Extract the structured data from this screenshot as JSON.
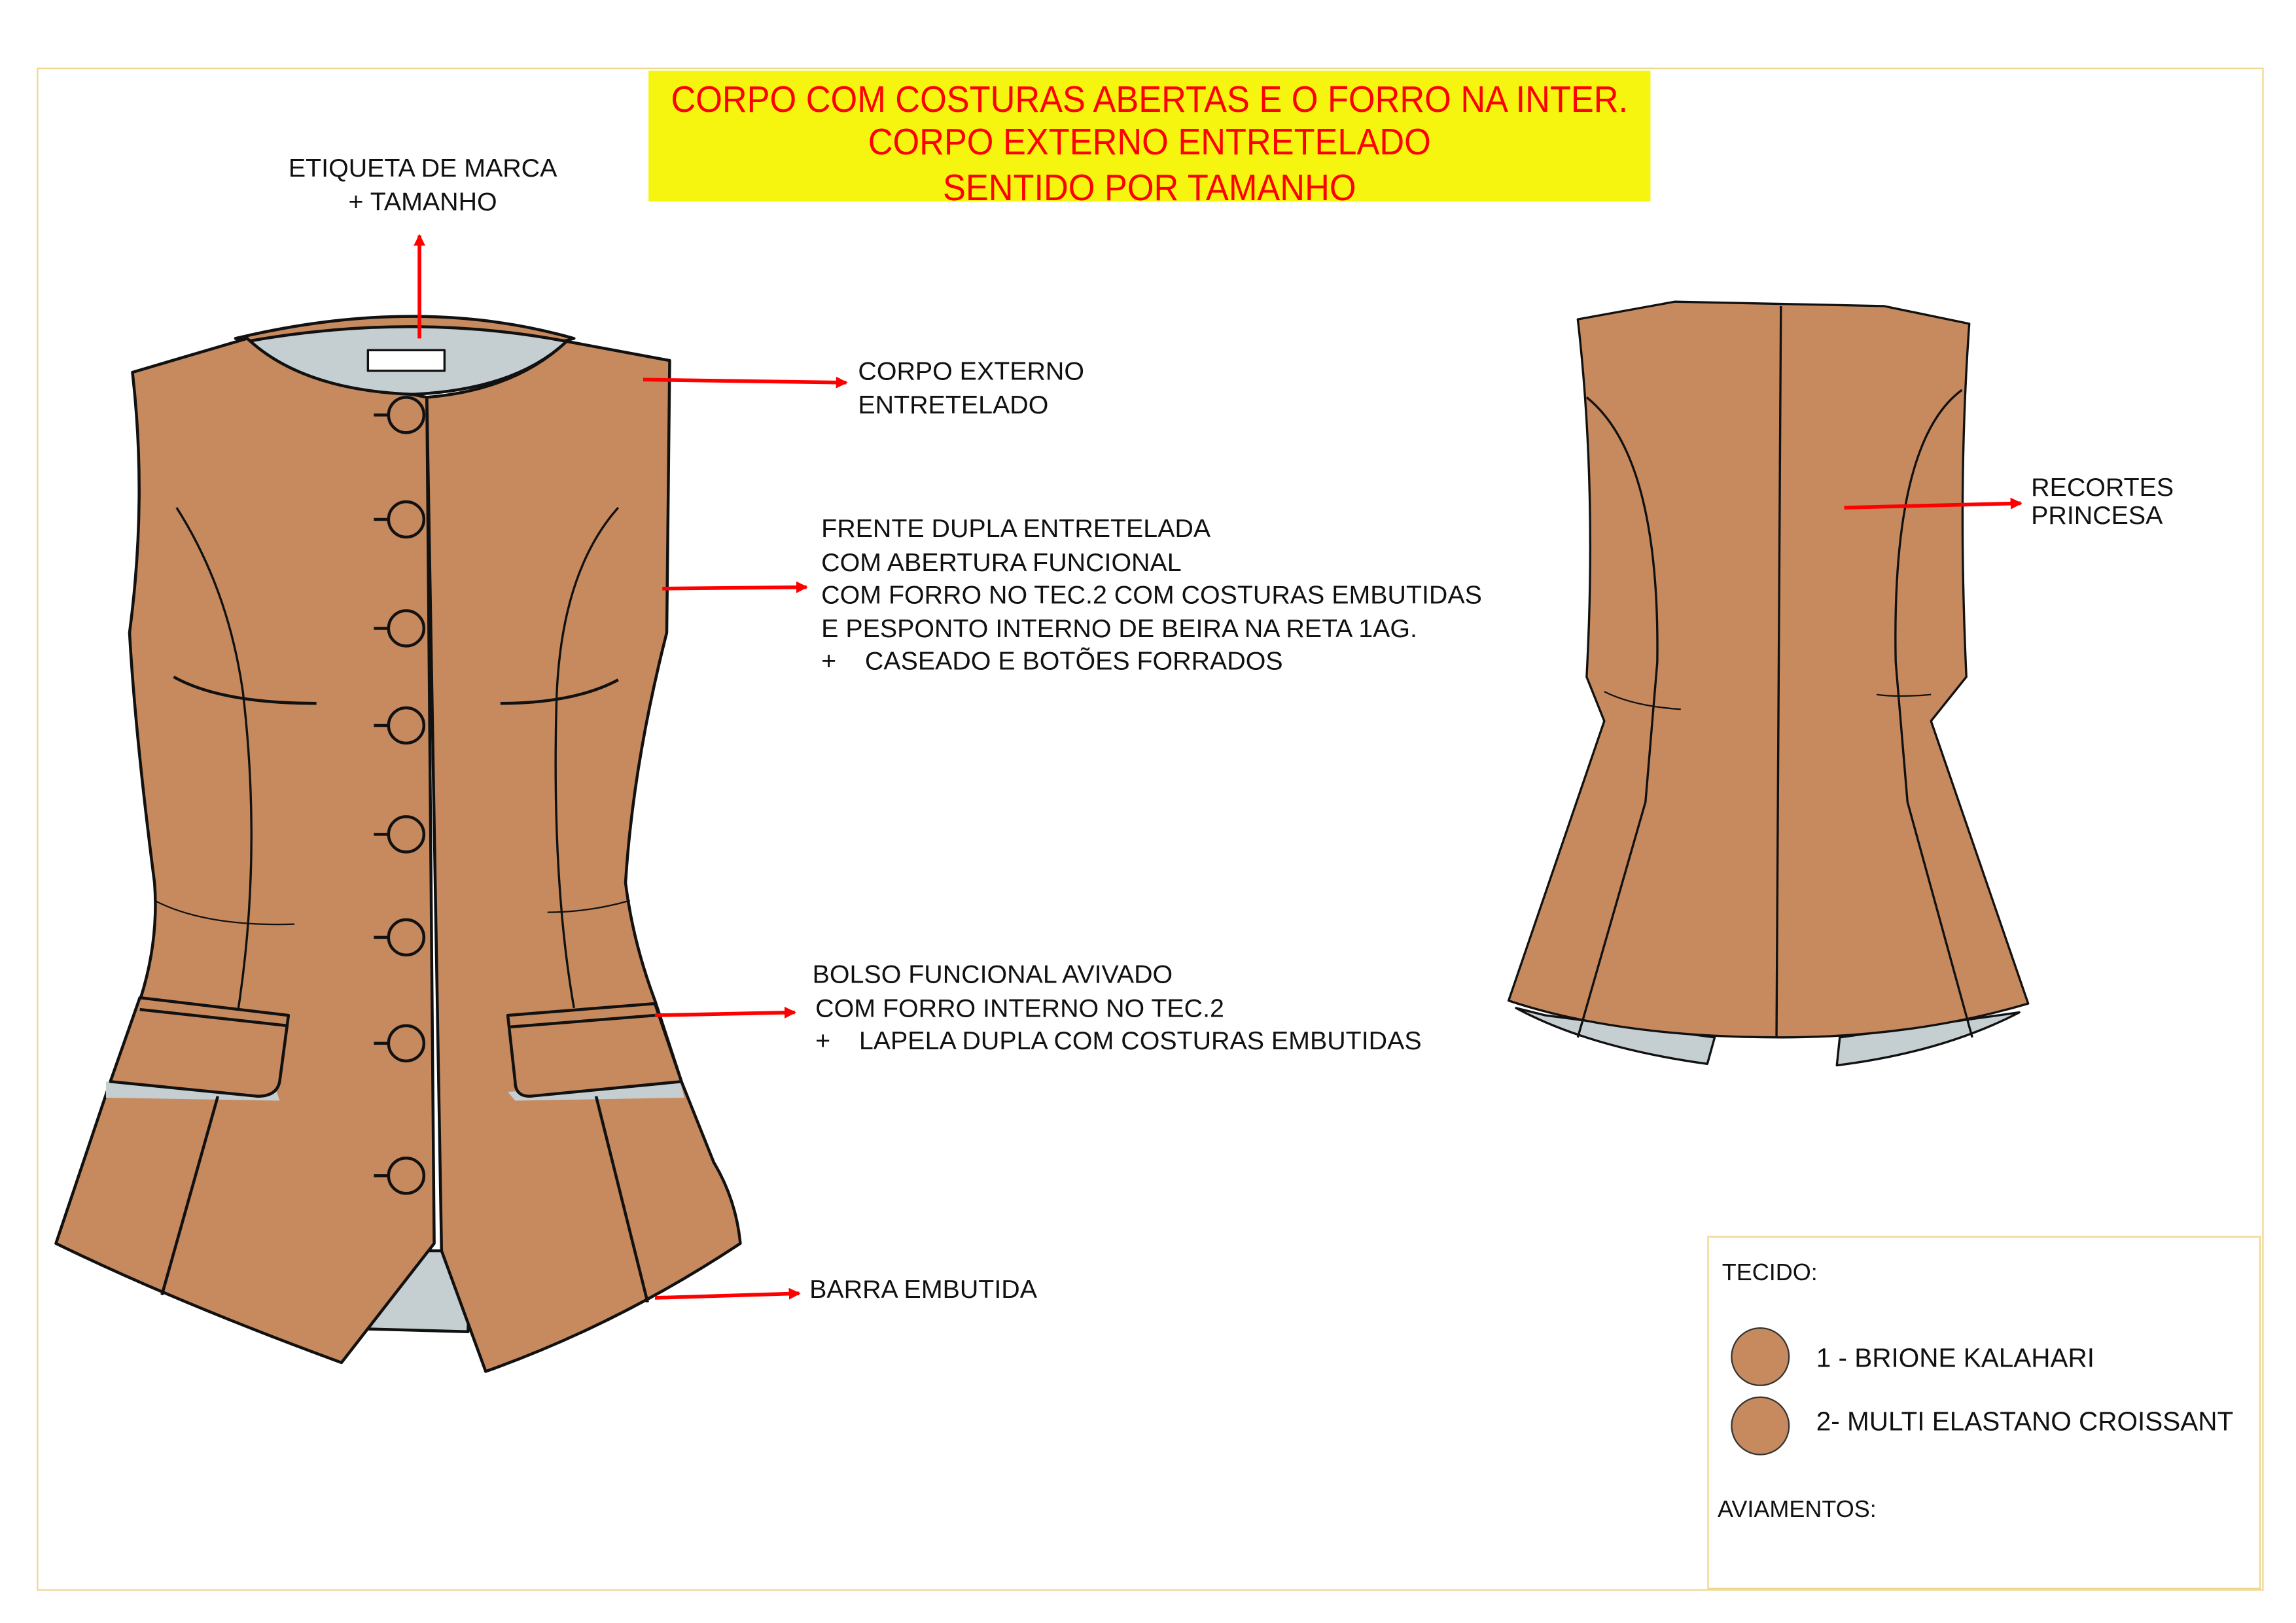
{
  "header": {
    "lines": [
      "CORPO COM COSTURAS ABERTAS E O FORRO NA INTER.",
      "CORPO EXTERNO ENTRETELADO",
      "SENTIDO POR TAMANHO"
    ]
  },
  "annotations": {
    "label": [
      "ETIQUETA DE MARCA",
      "+ TAMANHO"
    ],
    "body": [
      "CORPO EXTERNO",
      "ENTRETELADO"
    ],
    "front": [
      "FRENTE DUPLA ENTRETELADA",
      "COM ABERTURA FUNCIONAL",
      "COM FORRO NO TEC.2 COM COSTURAS EMBUTIDAS",
      "E PESPONTO INTERNO DE BEIRA NA RETA 1AG.",
      "+    CASEADO E BOTÕES FORRADOS"
    ],
    "pocket": [
      "BOLSO FUNCIONAL AVIVADO",
      "COM FORRO INTERNO NO TEC.2",
      "+    LAPELA DUPLA COM COSTURAS EMBUTIDAS"
    ],
    "hem": "BARRA EMBUTIDA",
    "princess": [
      "RECORTES",
      "PRINCESA"
    ]
  },
  "legend": {
    "fabric_title": "TECIDO:",
    "fabrics": [
      {
        "label": "1 - BRIONE KALAHARI",
        "color": "#c68a5e"
      },
      {
        "label": "2- MULTI ELASTANO CROISSANT",
        "color": "#c68a5e"
      }
    ],
    "trims_title": "AVIAMENTOS:"
  },
  "colors": {
    "fabric": "#c68a5e",
    "lining": "#c5ced1",
    "arrow": "#ff0000",
    "highlight": "#f5f50f"
  }
}
